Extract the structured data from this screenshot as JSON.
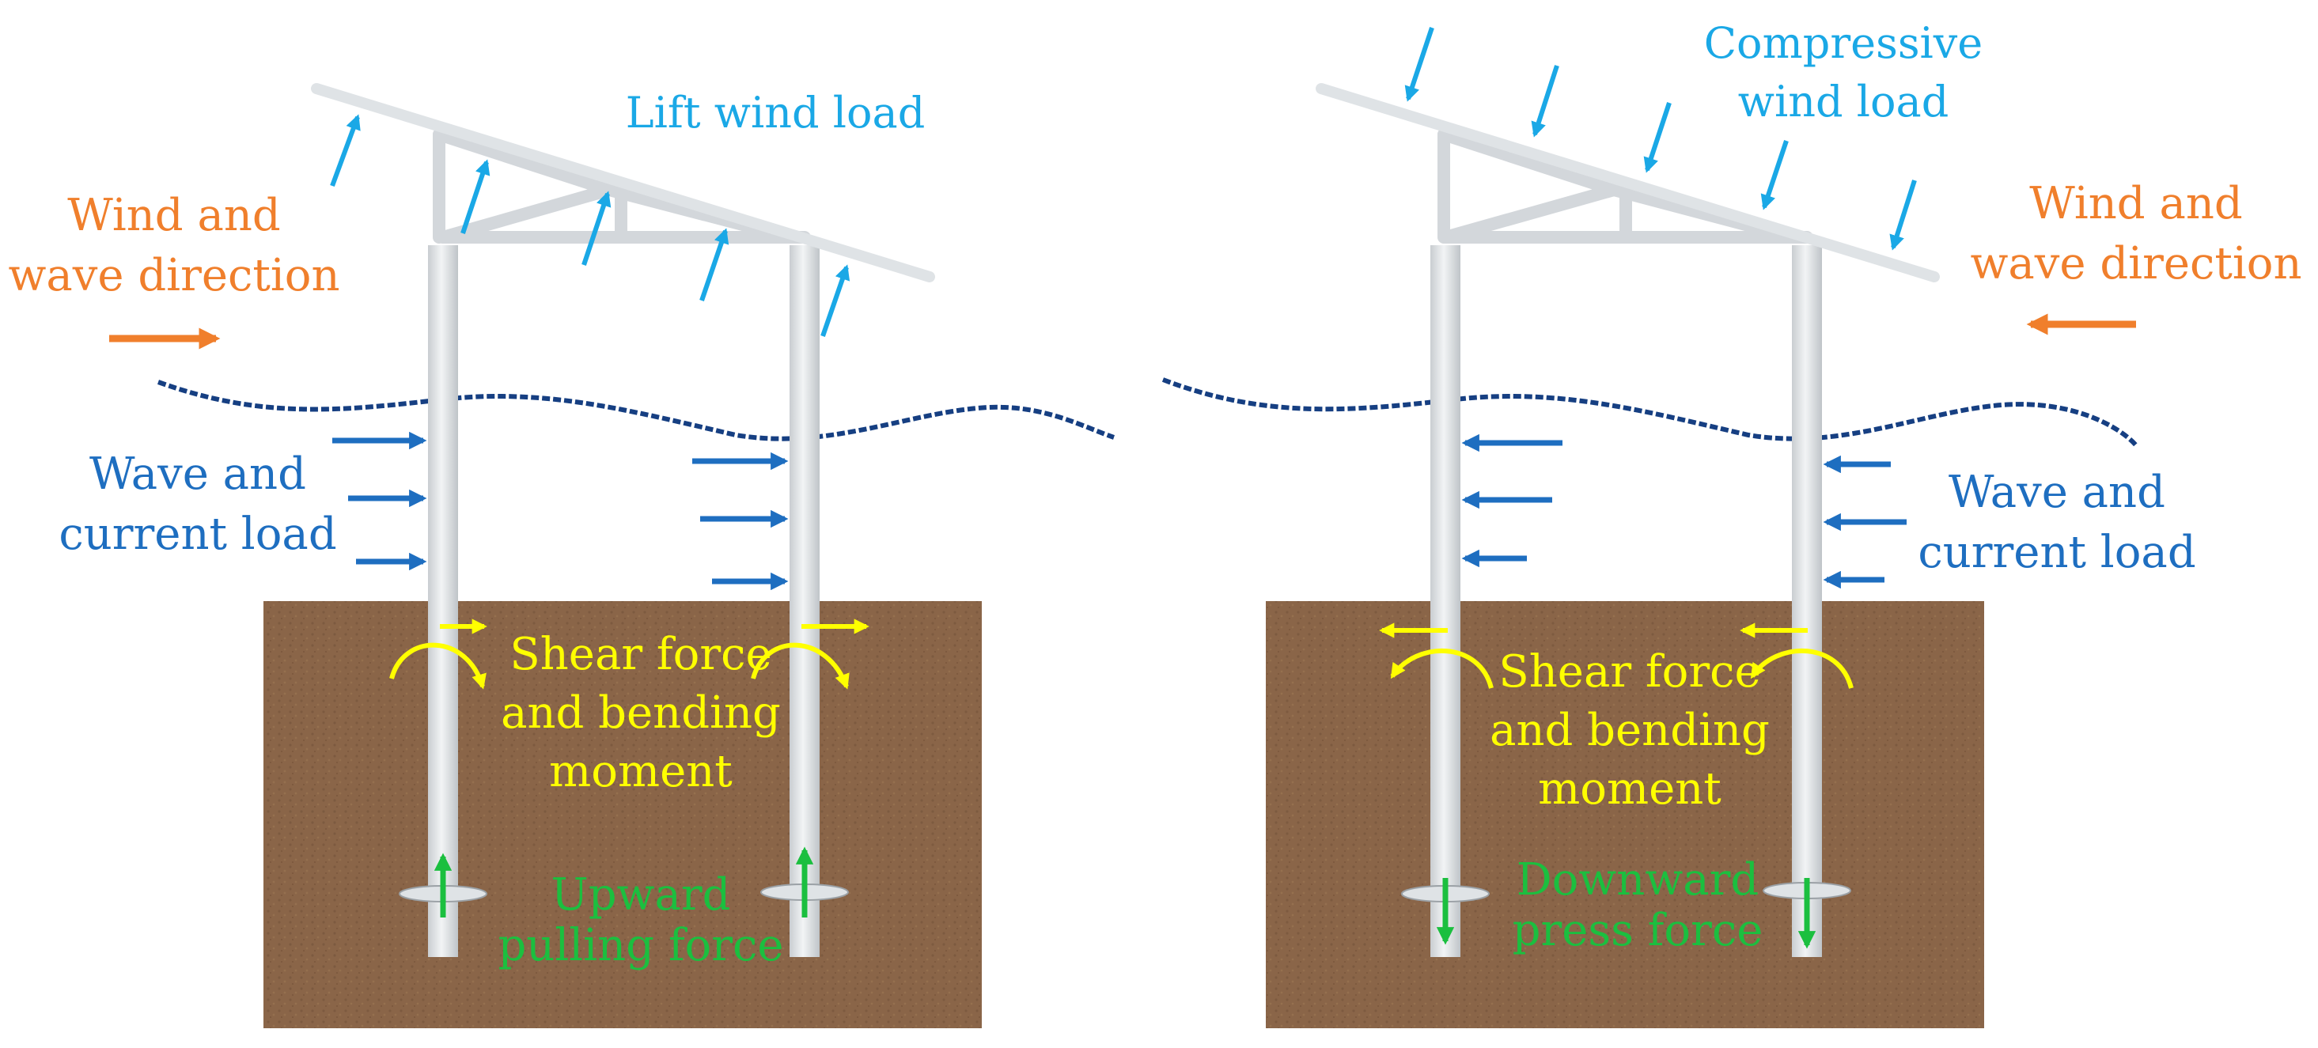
{
  "panels": {
    "left": {
      "wind_direction": {
        "line1": "Wind and",
        "line2": "wave direction"
      },
      "wind_load": "Lift wind load",
      "wave_load": {
        "line1": "Wave and",
        "line2": "current load"
      },
      "shear": {
        "line1": "Shear force",
        "line2": "and bending",
        "line3": "moment"
      },
      "axial": {
        "line1": "Upward",
        "line2": "pulling force"
      }
    },
    "right": {
      "wind_load": {
        "line1": "Compressive",
        "line2": "wind load"
      },
      "wind_direction": {
        "line1": "Wind and",
        "line2": "wave direction"
      },
      "wave_load": {
        "line1": "Wave and",
        "line2": "current load"
      },
      "shear": {
        "line1": "Shear force",
        "line2": "and bending",
        "line3": "moment"
      },
      "axial": {
        "line1": "Downward",
        "line2": "press force"
      }
    }
  },
  "colors": {
    "soil": "#8a6548",
    "pile": "#e4e7ea",
    "panel": "#dfe3e6",
    "wind_direction": "#f07f2c",
    "wind_load": "#1aa8e6",
    "wave_load": "#1e6ec0",
    "shear": "#ffff00",
    "axial": "#1bbf3f",
    "water": "#163f82"
  }
}
